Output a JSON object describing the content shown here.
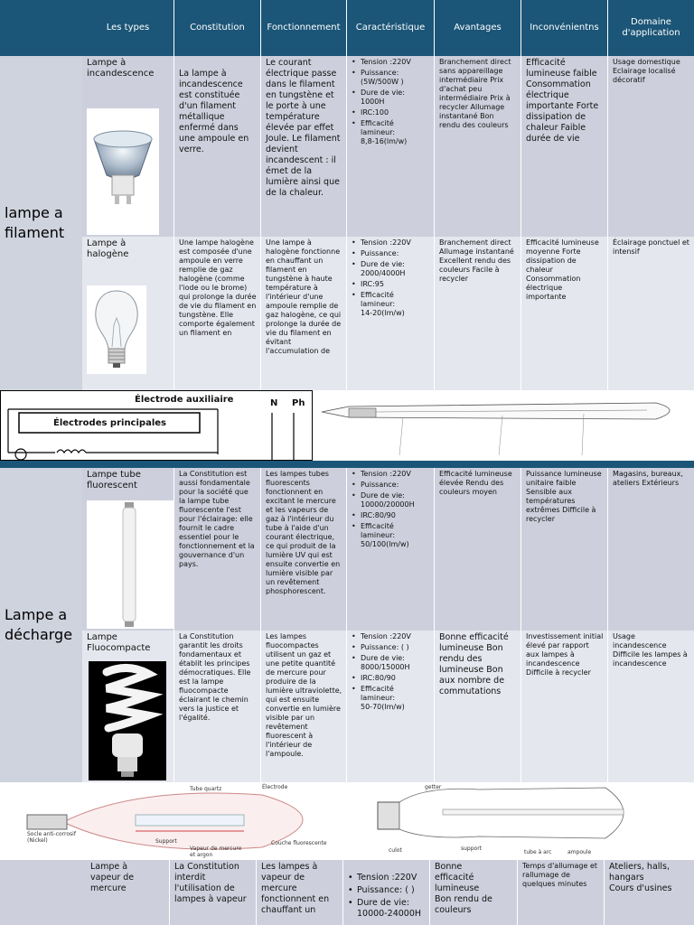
{
  "header": {
    "columns": [
      "Les types",
      "Constitution",
      "Fonctionnement",
      "Caractéristique",
      "Avantages",
      "Inconvénientns",
      "Domaine\nd'application"
    ]
  },
  "sections": [
    {
      "label": "lampe a\nfilament"
    },
    {
      "label": "Lampe a\ndécharge"
    }
  ],
  "rows": [
    {
      "type": "Lampe à\nincandescence",
      "constitution": "La lampe à incandescence est constituée d'un filament métallique enfermé dans une ampoule en verre.",
      "fonctionnement": "Le courant électrique passe dans le filament en tungstène et le porte à une température élevée par effet Joule. Le filament devient incandescent : il émet de la lumière ainsi que de la chaleur.",
      "caracteristiques": [
        "Tension :220V",
        "Puissance:\n(5W/500W )",
        "Dure de vie:\n1000H",
        "IRC:100",
        "Efficacité\nlamineur:\n8,8-16(lm/w)"
      ],
      "avantages": "Branchement direct sans appareillage intermédiaire Prix d'achat peu intermédiaire Prix à recycler Allumage instantané Bon rendu des couleurs",
      "inconvenients": "Efficacité lumineuse faible Consommation électrique importante Forte dissipation de chaleur Faible durée de vie",
      "domaine": "Usage domestique Eclairage localisé décoratif"
    },
    {
      "type": "Lampe à\nhalogène",
      "constitution": "Une lampe halogène est composée d'une ampoule en verre remplie de gaz halogène (comme l'iode ou le brome) qui prolonge la durée de vie du filament en tungstène. Elle comporte également un filament en",
      "fonctionnement": "Une lampe à halogène fonctionne en chauffant un filament en tungstène à haute température à l'intérieur d'une ampoule remplie de gaz halogène, ce qui prolonge la durée de vie du filament en évitant l'accumulation de",
      "caracteristiques": [
        "Tension :220V",
        "Puissance:",
        "Dure de vie:\n2000/4000H",
        "IRC:95",
        "Efficacité\nlamineur:\n14-20(lm/w)"
      ],
      "avantages": "Branchement direct Allumage instantané Excellent rendu des couleurs Facile à recycler",
      "inconvenients": "Efficacité lumineuse moyenne Forte dissipation de chaleur Consommation électrique importante",
      "domaine": "Éclairage ponctuel et intensif"
    },
    {
      "type": "Lampe tube\nfluorescent",
      "constitution": "La Constitution est aussi fondamentale pour la société que la lampe tube fluorescente l'est pour l'éclairage: elle fournit le cadre essentiel pour le fonctionnement et la gouvernance d'un\npays.",
      "fonctionnement": "Les lampes tubes fluorescents fonctionnent en excitant le mercure et les vapeurs de gaz à l'intérieur du tube à l'aide d'un courant électrique, ce qui produit de la lumière UV qui est ensuite convertie en lumière visible par un revêtement phosphorescent.",
      "caracteristiques": [
        "Tension :220V",
        "Puissance:",
        "Dure de vie:\n10000/20000H",
        "IRC:80/90",
        "Efficacité\nlamineur:\n50/100(lm/w)"
      ],
      "avantages": "Efficacité lumineuse élevée Rendu des couleurs moyen",
      "inconvenients": "Puissance lumineuse unitaire faible Sensible aux températures extrêmes Difficile à recycler",
      "domaine": "Magasins, bureaux, ateliers Extérieurs"
    },
    {
      "type": "Lampe\nFluocompacte",
      "constitution": "La Constitution garantit les droits fondamentaux et établit les principes démocratiques. Elle est la lampe fluocompacte éclairant le chemin vers la justice et l'égalité.",
      "fonctionnement": "Les lampes fluocompactes utilisent un gaz et une petite quantité de mercure pour produire de la lumière ultraviolette, qui est ensuite convertie en lumière visible par un revêtement fluorescent à l'intérieur de l'ampoule.",
      "caracteristiques": [
        "Tension :220V",
        "Puissance: ( )",
        "Dure de vie:\n8000/15000H",
        "IRC:80/90",
        "Efficacité\nlamineur:\n50-70(lm/w)"
      ],
      "avantages": "Bonne efficacité lumineuse Bon rendu des lumineuse Bon aux nombre de commutations",
      "inconvenients": "Investissement initial élevé par rapport aux lampes à incandescence Difficile à recycler",
      "domaine": "Usage incandescence Difficile les lampes à incandescence"
    },
    {
      "type": "Lampe à\nvapeur de\nmercure",
      "constitution": "La Constitution interdit l'utilisation de lampes à vapeur",
      "fonctionnement": "Les lampes à vapeur de mercure fonctionnent en chauffant un",
      "caracteristiques": [
        "Tension :220V",
        "Puissance: ( )",
        "Dure de vie:\n10000-24000H"
      ],
      "avantages": "Bonne efficacité lumineuse\nBon rendu de couleurs",
      "inconvenients": "Temps d'allumage et rallumage de quelques minutes",
      "domaine": "Ateliers, halls, hangars\nCours d'usines"
    }
  ],
  "diagram1": {
    "aux": "Électrode auxiliaire",
    "main": "Électrodes principales",
    "n": "N",
    "ph": "Ph"
  },
  "diagram2": {
    "left": [
      "Tube quartz",
      "Électrode",
      "Socle anti-corrosif\n(Nickel)",
      "Support",
      "Vapeur de mercure\net argon",
      "Couche fluorescente"
    ],
    "right": [
      "getter",
      "culot",
      "support",
      "tube à arc",
      "ampoule"
    ]
  }
}
